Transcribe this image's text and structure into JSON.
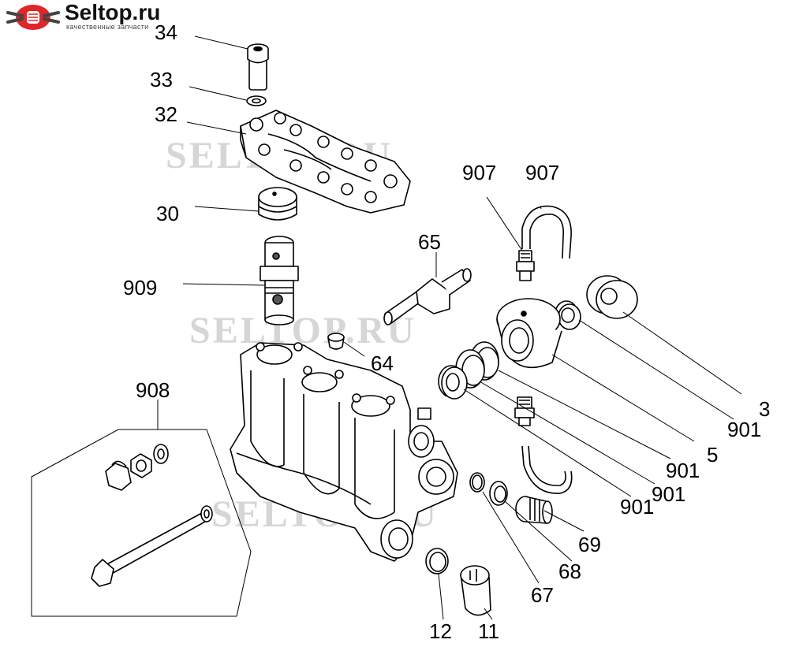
{
  "logo": {
    "name": "Seltop.ru",
    "tagline": "качественные запчасти"
  },
  "watermark": "SELTOP.RU",
  "labels": {
    "p34": "34",
    "p33": "33",
    "p32": "32",
    "p30": "30",
    "p909": "909",
    "p908": "908",
    "p907a": "907",
    "p907b": "907",
    "p65": "65",
    "p64": "64",
    "p3": "3",
    "p901a": "901",
    "p5": "5",
    "p901b": "901",
    "p901c": "901",
    "p901d": "901",
    "p69": "69",
    "p68": "68",
    "p67": "67",
    "p12": "12",
    "p11": "11"
  },
  "colors": {
    "line": "#000000",
    "fill": "#ffffff",
    "shade": "#555555",
    "watermark": "#d6d6d6",
    "logo_red": "#e0262b"
  }
}
